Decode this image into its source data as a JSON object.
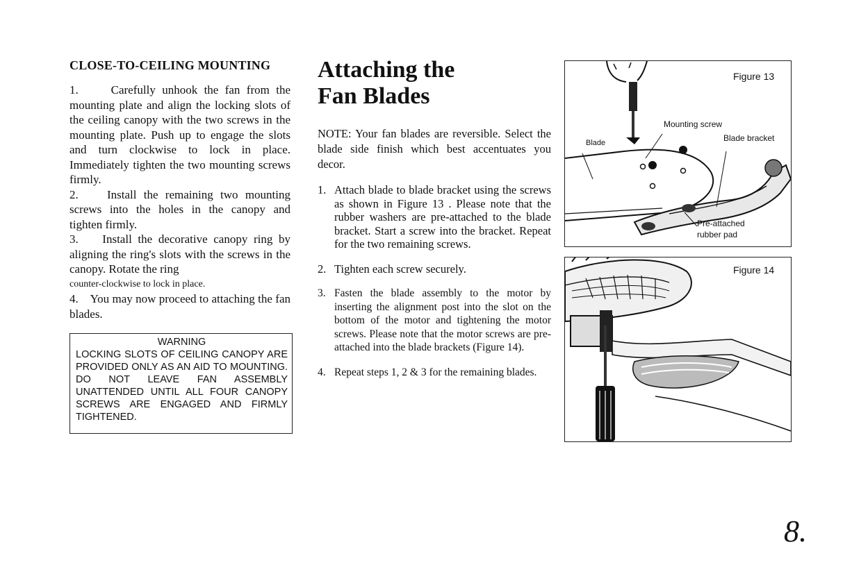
{
  "left": {
    "title": "CLOSE-TO-CEILING MOUNTING",
    "paragraphs": [
      {
        "num": "1.",
        "text": "Carefully unhook the fan from the mounting plate and align the locking slots of the ceiling canopy with the two screws in the mounting plate. Push up to engage the slots and turn clockwise to lock in place. Immediately tighten the two mounting screws firmly."
      },
      {
        "num": "2.",
        "text": "Install the remaining two mounting screws into the holes in the canopy and tighten firmly."
      },
      {
        "num": "3.",
        "text": "Install the decorative canopy ring by aligning the ring's slots with the screws in the canopy. Rotate the ring"
      },
      {
        "num": "",
        "text": "counter-clockwise to lock in place."
      },
      {
        "num": "4.",
        "text": "You may now proceed to attaching the fan blades."
      }
    ],
    "warning": {
      "title": "WARNING",
      "text": "LOCKING SLOTS OF CEILING CANOPY ARE PROVIDED ONLY AS AN AID TO MOUNTING. DO NOT LEAVE FAN ASSEMBLY UNATTENDED UNTIL ALL FOUR CANOPY SCREWS ARE ENGAGED AND FIRMLY TIGHTENED."
    }
  },
  "middle": {
    "title_line1": "Attaching the",
    "title_line2": "Fan Blades",
    "note": "NOTE: Your fan blades are reversible. Select the blade side finish which best accentuates you decor.",
    "steps": [
      {
        "num": "1.",
        "text": "Attach blade to blade bracket using the screws as shown in Figure 13 . Please note that the rubber washers are pre-attached to the blade bracket. Start a screw into the bracket. Repeat for the two remaining screws."
      },
      {
        "num": "2.",
        "text": "Tighten each screw securely."
      },
      {
        "num": "3.",
        "text": "Fasten the blade assembly to the motor by inserting the alignment post into the slot on the bottom of the motor and tightening the motor screws. Please note that the motor screws are pre-attached into the blade brackets (Figure 14)."
      },
      {
        "num": "4.",
        "text": "Repeat steps 1, 2 & 3 for the remaining blades."
      }
    ]
  },
  "figures": {
    "fig13": {
      "label": "Figure 13",
      "blade": "Blade",
      "mounting_screw": "Mounting screw",
      "blade_bracket": "Blade bracket",
      "rubber_pad_line1": "Pre-attached",
      "rubber_pad_line2": "rubber pad"
    },
    "fig14": {
      "label": "Figure 14"
    }
  },
  "page_number": "8."
}
